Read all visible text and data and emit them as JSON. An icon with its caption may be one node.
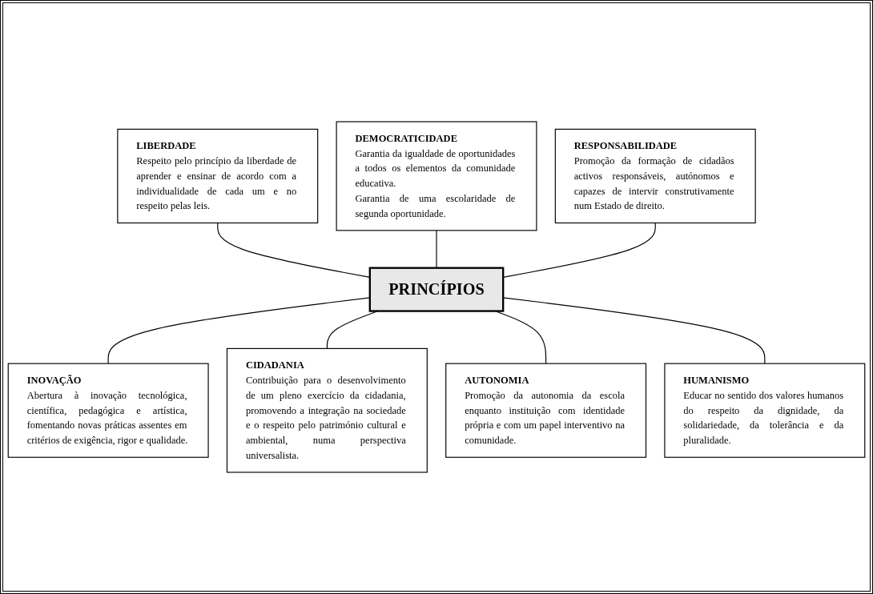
{
  "diagram": {
    "nodes": [
      {
        "text": [
          "DEMOCRATICIDADE",
          "Garantia da igualdade de oportunidades a todos os elementos da comunidade educativa.",
          "Garantia de uma escolaridade de segunda oportunidade."
        ]
      },
      {
        "text": [
          "LIBERDADE",
          "Respeito pelo princípio da liberdade de aprender e ensinar de acordo com a individualidade de cada um e no respeito pelas leis."
        ]
      },
      {
        "text": [
          "RESPONSABILIDADE",
          "Promoção da formação de cidadãos activos responsáveis, autónomos e capazes de intervir construtivamente num Estado de direito."
        ]
      },
      {
        "text": [
          "PRINCÍPIOS"
        ]
      },
      {
        "text": [
          "INOVAÇÃO",
          "Abertura à inovação tecnológica, científica, pedagógica e artística, fomentando novas práticas assentes em critérios de exigência, rigor e qualidade."
        ]
      },
      {
        "text": [
          "HUMANISMO",
          "Educar no sentido dos valores humanos do respeito da dignidade, da solidariedade, da tolerância e da pluralidade."
        ]
      },
      {
        "text": [
          "CIDADANIA",
          "Contribuição para o desenvolvimento de um pleno exercício da cidadania, promovendo a integração na sociedade e o respeito pelo património cultural e ambiental, numa perspectiva universalista."
        ]
      },
      {
        "text": [
          "AUTONOMIA",
          "Promoção da autonomia da escola enquanto instituição com identidade própria e com um papel interventivo na comunidade."
        ]
      }
    ],
    "edges": [
      {
        "from": 1,
        "to": 3,
        "arrow": "none"
      },
      {
        "from": 0,
        "to": 3,
        "arrow": "none"
      },
      {
        "from": 2,
        "to": 3,
        "arrow": "none"
      },
      {
        "from": 3,
        "to": 4,
        "arrow": "none"
      },
      {
        "from": 3,
        "to": 6,
        "arrow": "none"
      },
      {
        "from": 3,
        "to": 7,
        "arrow": "none"
      },
      {
        "from": 3,
        "to": 5,
        "arrow": "none"
      }
    ]
  }
}
